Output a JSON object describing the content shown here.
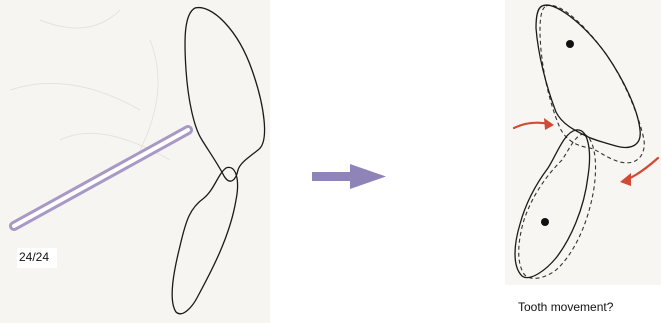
{
  "labels": {
    "page_counter": "24/24",
    "right_caption": "Tooth movement?"
  },
  "colors": {
    "outline": "#1a1a1a",
    "probe": "#a898c6",
    "center_arrow": "#8f84b8",
    "force_arrow": "#d24a33",
    "dashed_outline": "#333333"
  },
  "icons": {
    "left_figure": "two-teeth-with-probe-illustration",
    "center_arrow": "right-arrow-icon",
    "right_figure": "tooth-movement-illustration"
  }
}
